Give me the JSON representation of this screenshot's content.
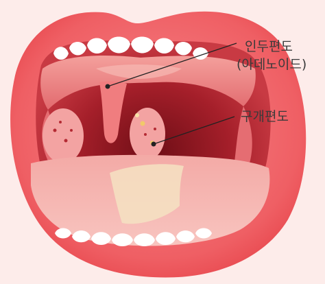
{
  "labels": {
    "adenoid_line1": "인두편도",
    "adenoid_line2": "(아데노이드)",
    "tonsil": "구개편도"
  },
  "colors": {
    "background": "#fdecea",
    "lip_outer": "#f0585e",
    "lip_inner": "#f47d7f",
    "mouth_interior": "#b8242e",
    "throat_dark": "#7e1119",
    "palate": "#f08f8e",
    "uvula": "#f07d7f",
    "tonsil": "#f3a3a2",
    "tongue": "#f6b6b1",
    "tongue_patch": "#f4e2c2",
    "teeth": "#ffffff",
    "leader_line": "#222222"
  }
}
